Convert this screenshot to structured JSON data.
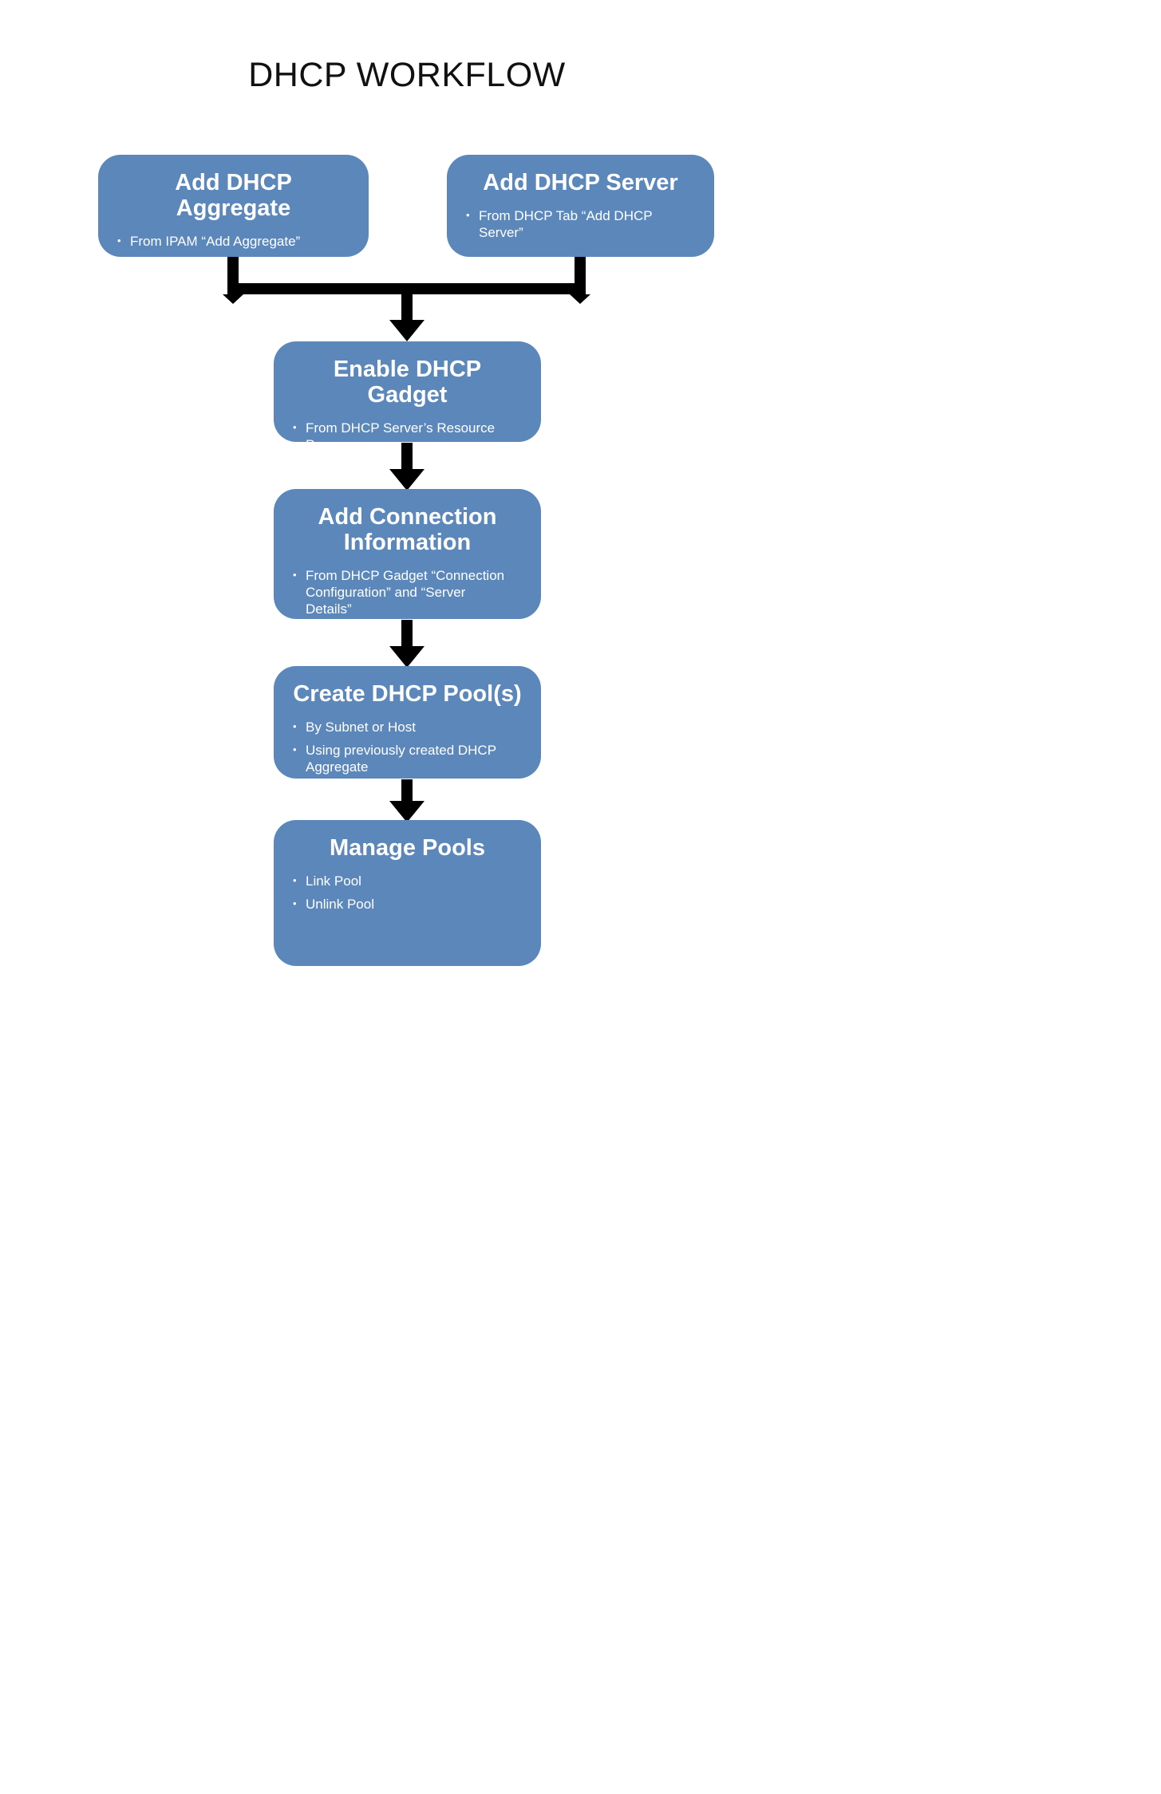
{
  "title": "DHCP WORKFLOW",
  "colors": {
    "box_fill": "#5b87bb",
    "arrow": "#000000",
    "heading_text": "#ffffff",
    "body_text": "#ffffff",
    "title_text": "#111111"
  },
  "nodes": {
    "aggregate": {
      "title": "Add DHCP Aggregate",
      "bullets": [
        "From  IPAM “Add Aggregate”"
      ]
    },
    "server": {
      "title": "Add DHCP Server",
      "bullets": [
        "From  DHCP Tab “Add DHCP Server”"
      ]
    },
    "gadget": {
      "title": "Enable DHCP Gadget",
      "bullets": [
        "From  DHCP Server’s Resource Page"
      ]
    },
    "connection": {
      "title": "Add Connection Information",
      "bullets": [
        "From  DHCP Gadget “Connection Configuration” and “Server Details”"
      ]
    },
    "pools": {
      "title": "Create DHCP Pool(s)",
      "bullets": [
        "By Subnet or Host",
        "Using previously created DHCP Aggregate"
      ]
    },
    "manage": {
      "title": "Manage Pools",
      "bullets": [
        "Link Pool",
        "Unlink Pool"
      ]
    }
  }
}
